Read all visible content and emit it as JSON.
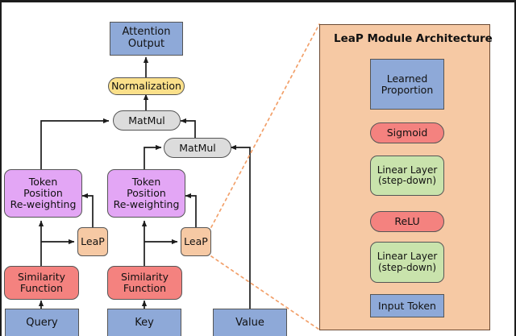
{
  "figure": {
    "title": "Attention mechanism with LeaP modules",
    "colors": {
      "io_blue": "#8ea9d8",
      "normalization_yellow": "#fbe08a",
      "matmul_gray": "#dcdcdc",
      "reweight_purple": "#e3a6f5",
      "leap_peach": "#f6c9a4",
      "similarity_red": "#f4827f",
      "linear_green": "#c9e3ac",
      "panel_fill": "#f6c9a4",
      "panel_border": "#6b4a33",
      "dashed_connector": "#f2a06a",
      "wire": "#1c1c1c"
    }
  },
  "main_flow": {
    "attention_output": "Attention\nOutput",
    "normalization": "Normalization",
    "matmul_top": "MatMul",
    "matmul_lower": "MatMul",
    "token_reweight_left": "Token\nPosition\nRe-weighting",
    "token_reweight_right": "Token\nPosition\nRe-weighting",
    "leap_left": "LeaP",
    "leap_right": "LeaP",
    "similarity_left": "Similarity\nFunction",
    "similarity_right": "Similarity\nFunction",
    "query": "Query",
    "key": "Key",
    "value": "Value"
  },
  "leap_panel": {
    "title": "LeaP Module Architecture",
    "learned_proportion": "Learned\nProportion",
    "sigmoid": "Sigmoid",
    "linear_upper": "Linear Layer\n(step-down)",
    "relu": "ReLU",
    "linear_lower": "Linear Layer\n(step-down)",
    "input_token": "Input Token"
  }
}
